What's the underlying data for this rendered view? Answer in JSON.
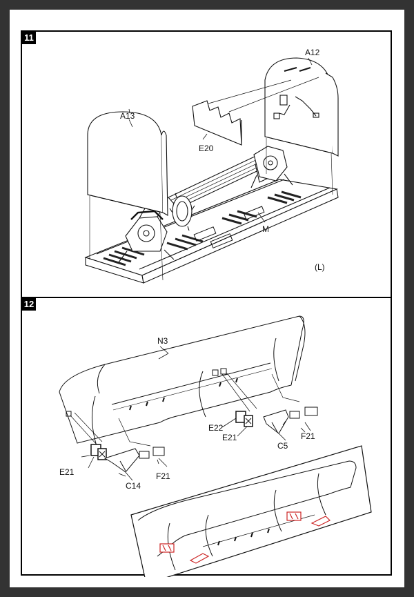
{
  "steps": [
    {
      "number": "11",
      "labels": {
        "a13": "A13",
        "a12": "A12",
        "e20": "E20",
        "m": "M",
        "side": "(L)"
      }
    },
    {
      "number": "12",
      "labels": {
        "n3": "N3",
        "e22": "E22",
        "e21_right": "E21",
        "c5": "C5",
        "f21_right": "F21",
        "e21_left": "E21",
        "c14": "C14",
        "f21_left": "F21"
      }
    }
  ],
  "colors": {
    "background": "#333333",
    "page": "#ffffff",
    "ink": "#111111",
    "highlight": "#cc2222"
  }
}
